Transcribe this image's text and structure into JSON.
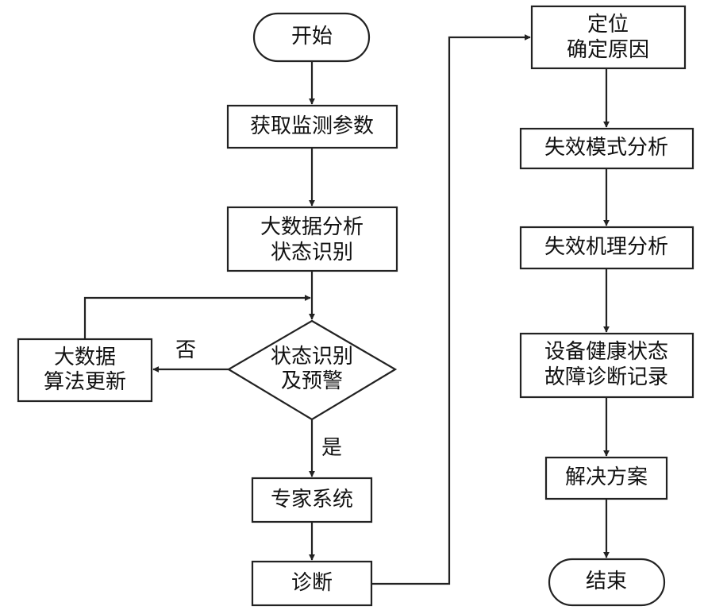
{
  "nodes": {
    "start": {
      "lines": [
        "开始"
      ]
    },
    "get_params": {
      "lines": [
        "获取监测参数"
      ]
    },
    "big_data": {
      "lines": [
        "大数据分析",
        "状态识别"
      ]
    },
    "decision": {
      "lines": [
        "状态识别",
        "及预警"
      ]
    },
    "algo_update": {
      "lines": [
        "大数据",
        "算法更新"
      ]
    },
    "expert": {
      "lines": [
        "专家系统"
      ]
    },
    "diagnosis": {
      "lines": [
        "诊断"
      ]
    },
    "locate": {
      "lines": [
        "定位",
        "确定原因"
      ]
    },
    "failure_mode": {
      "lines": [
        "失效模式分析"
      ]
    },
    "failure_mech": {
      "lines": [
        "失效机理分析"
      ]
    },
    "record": {
      "lines": [
        "设备健康状态",
        "故障诊断记录"
      ]
    },
    "solution": {
      "lines": [
        "解决方案"
      ]
    },
    "end": {
      "lines": [
        "结束"
      ]
    }
  },
  "edge_labels": {
    "no": "否",
    "yes": "是"
  }
}
